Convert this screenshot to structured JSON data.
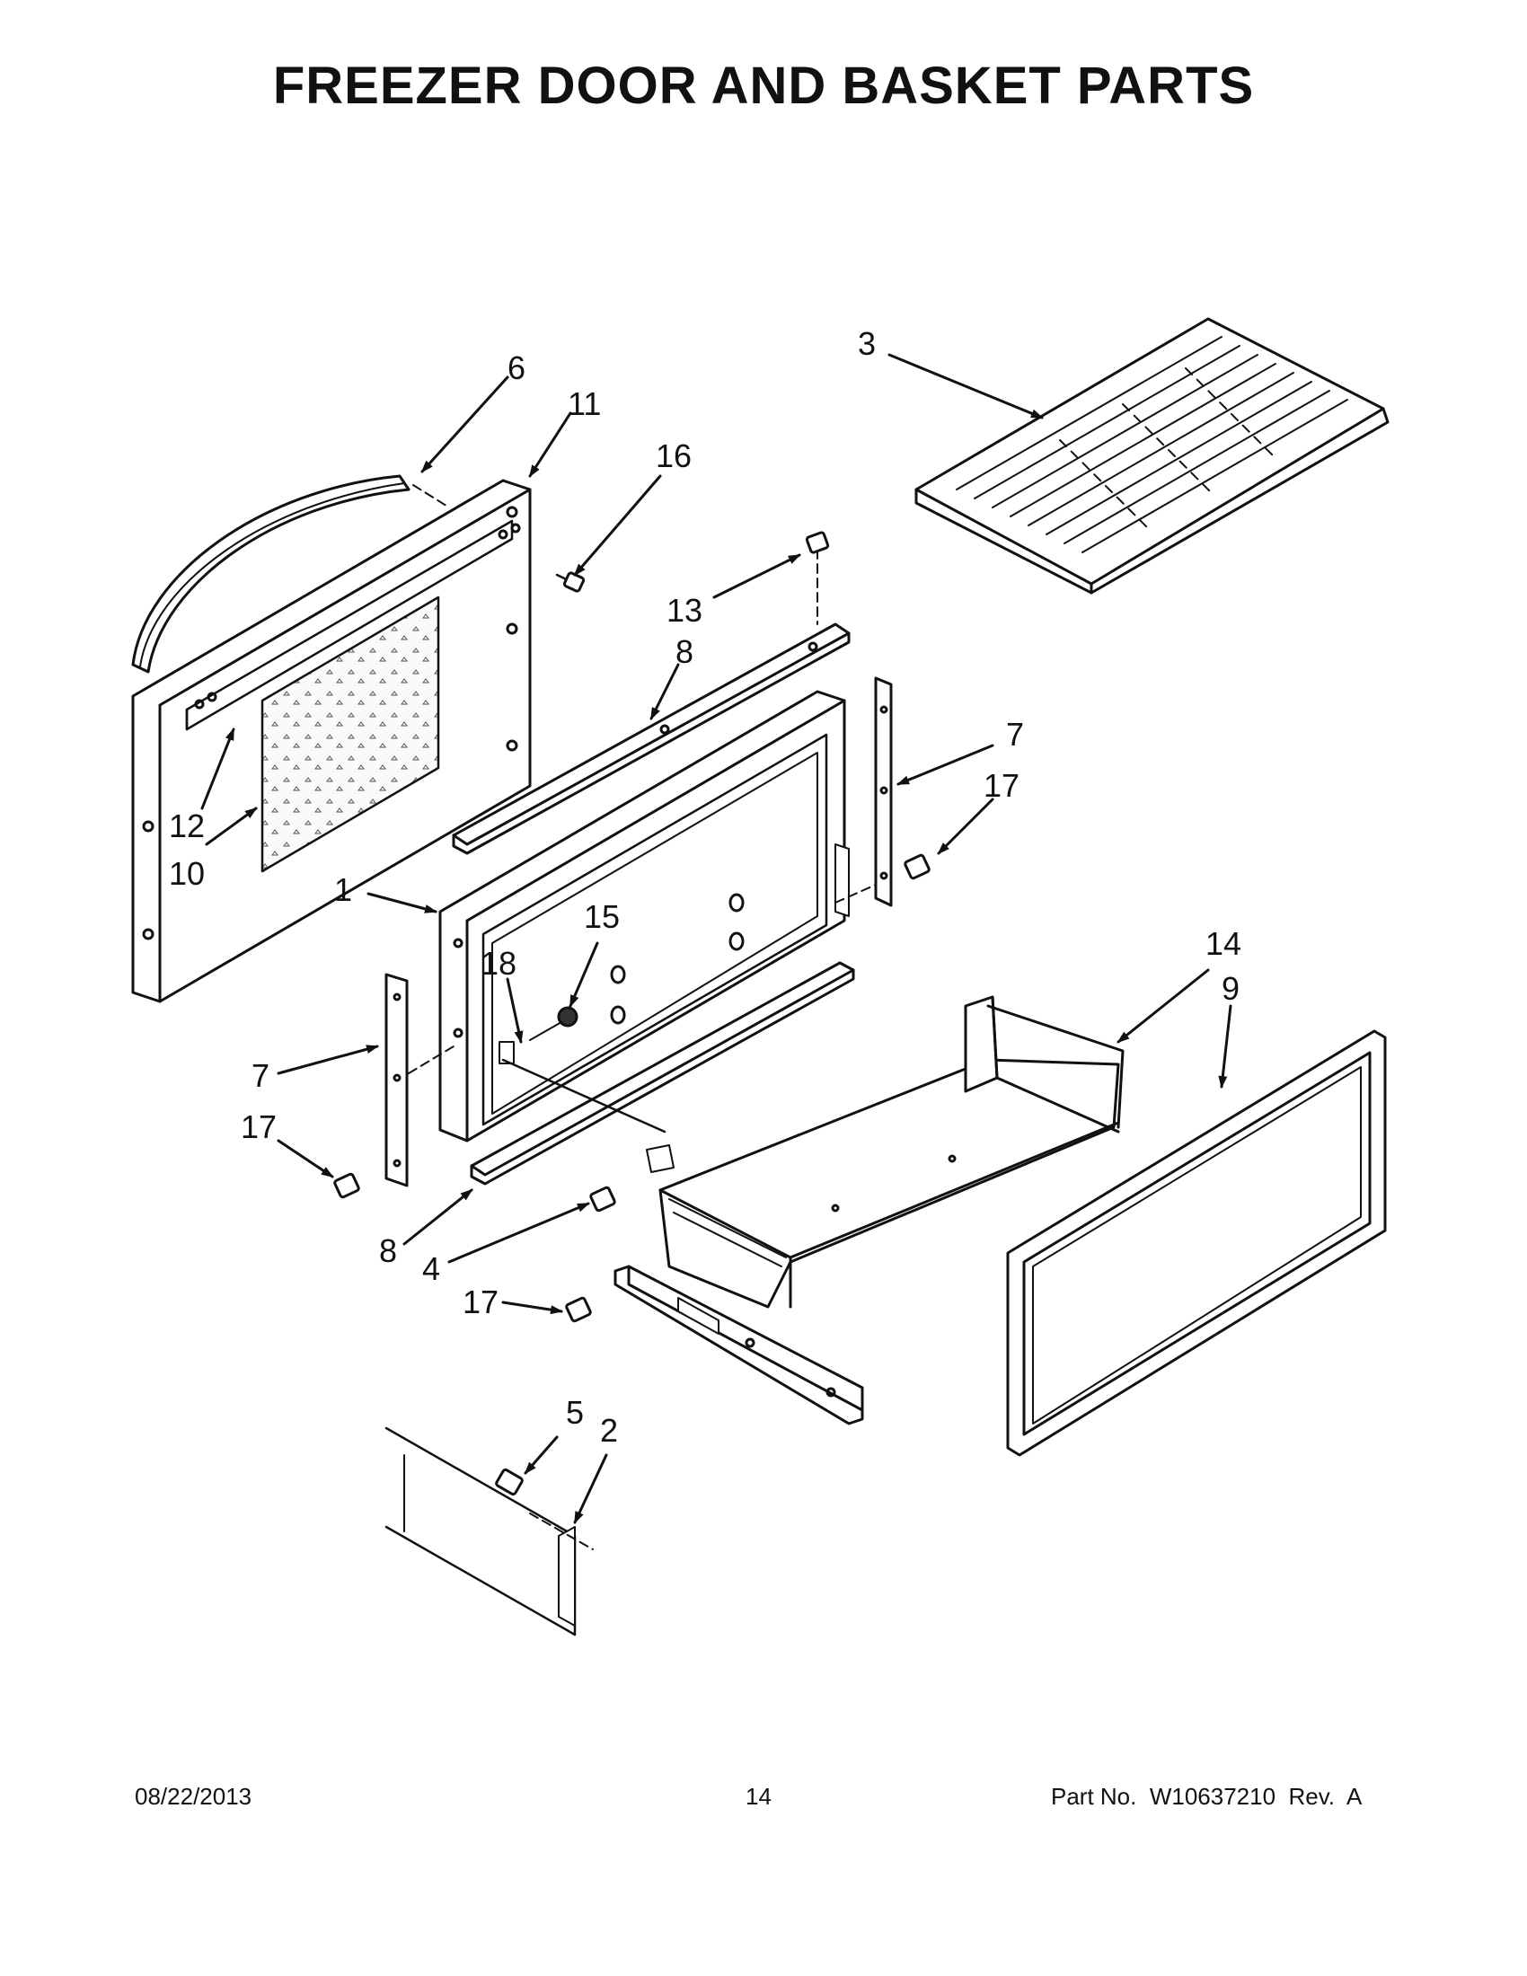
{
  "title": "FREEZER DOOR AND BASKET PARTS",
  "footer": {
    "date": "08/22/2013",
    "page": "14",
    "part_no": "Part No.  W10637210  Rev.  A"
  },
  "callouts": {
    "c1": "1",
    "c2": "2",
    "c3": "3",
    "c4": "4",
    "c5": "5",
    "c6": "6",
    "c7a": "7",
    "c7b": "7",
    "c8a": "8",
    "c8b": "8",
    "c9": "9",
    "c10": "10",
    "c11": "11",
    "c12": "12",
    "c13": "13",
    "c14": "14",
    "c15": "15",
    "c16": "16",
    "c17a": "17",
    "c17b": "17",
    "c17c": "17",
    "c18": "18"
  }
}
